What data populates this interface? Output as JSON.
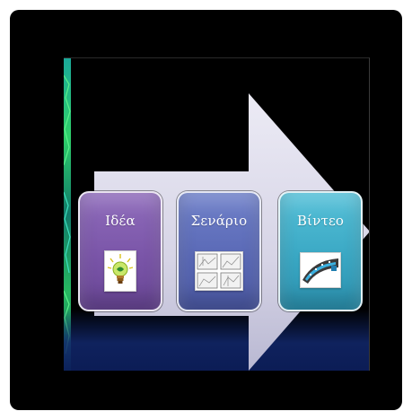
{
  "steps": [
    {
      "label": "Ιδέα",
      "icon": "lightbulb-icon",
      "color": "#7a55a8"
    },
    {
      "label": "Σενάριο",
      "icon": "storyboard-icon",
      "color": "#5a69b6"
    },
    {
      "label": "Βίντεο",
      "icon": "film-strip-icon",
      "color": "#3aa8c4"
    }
  ],
  "colors": {
    "background": "#000000",
    "arrow": "#d8d6e8"
  }
}
